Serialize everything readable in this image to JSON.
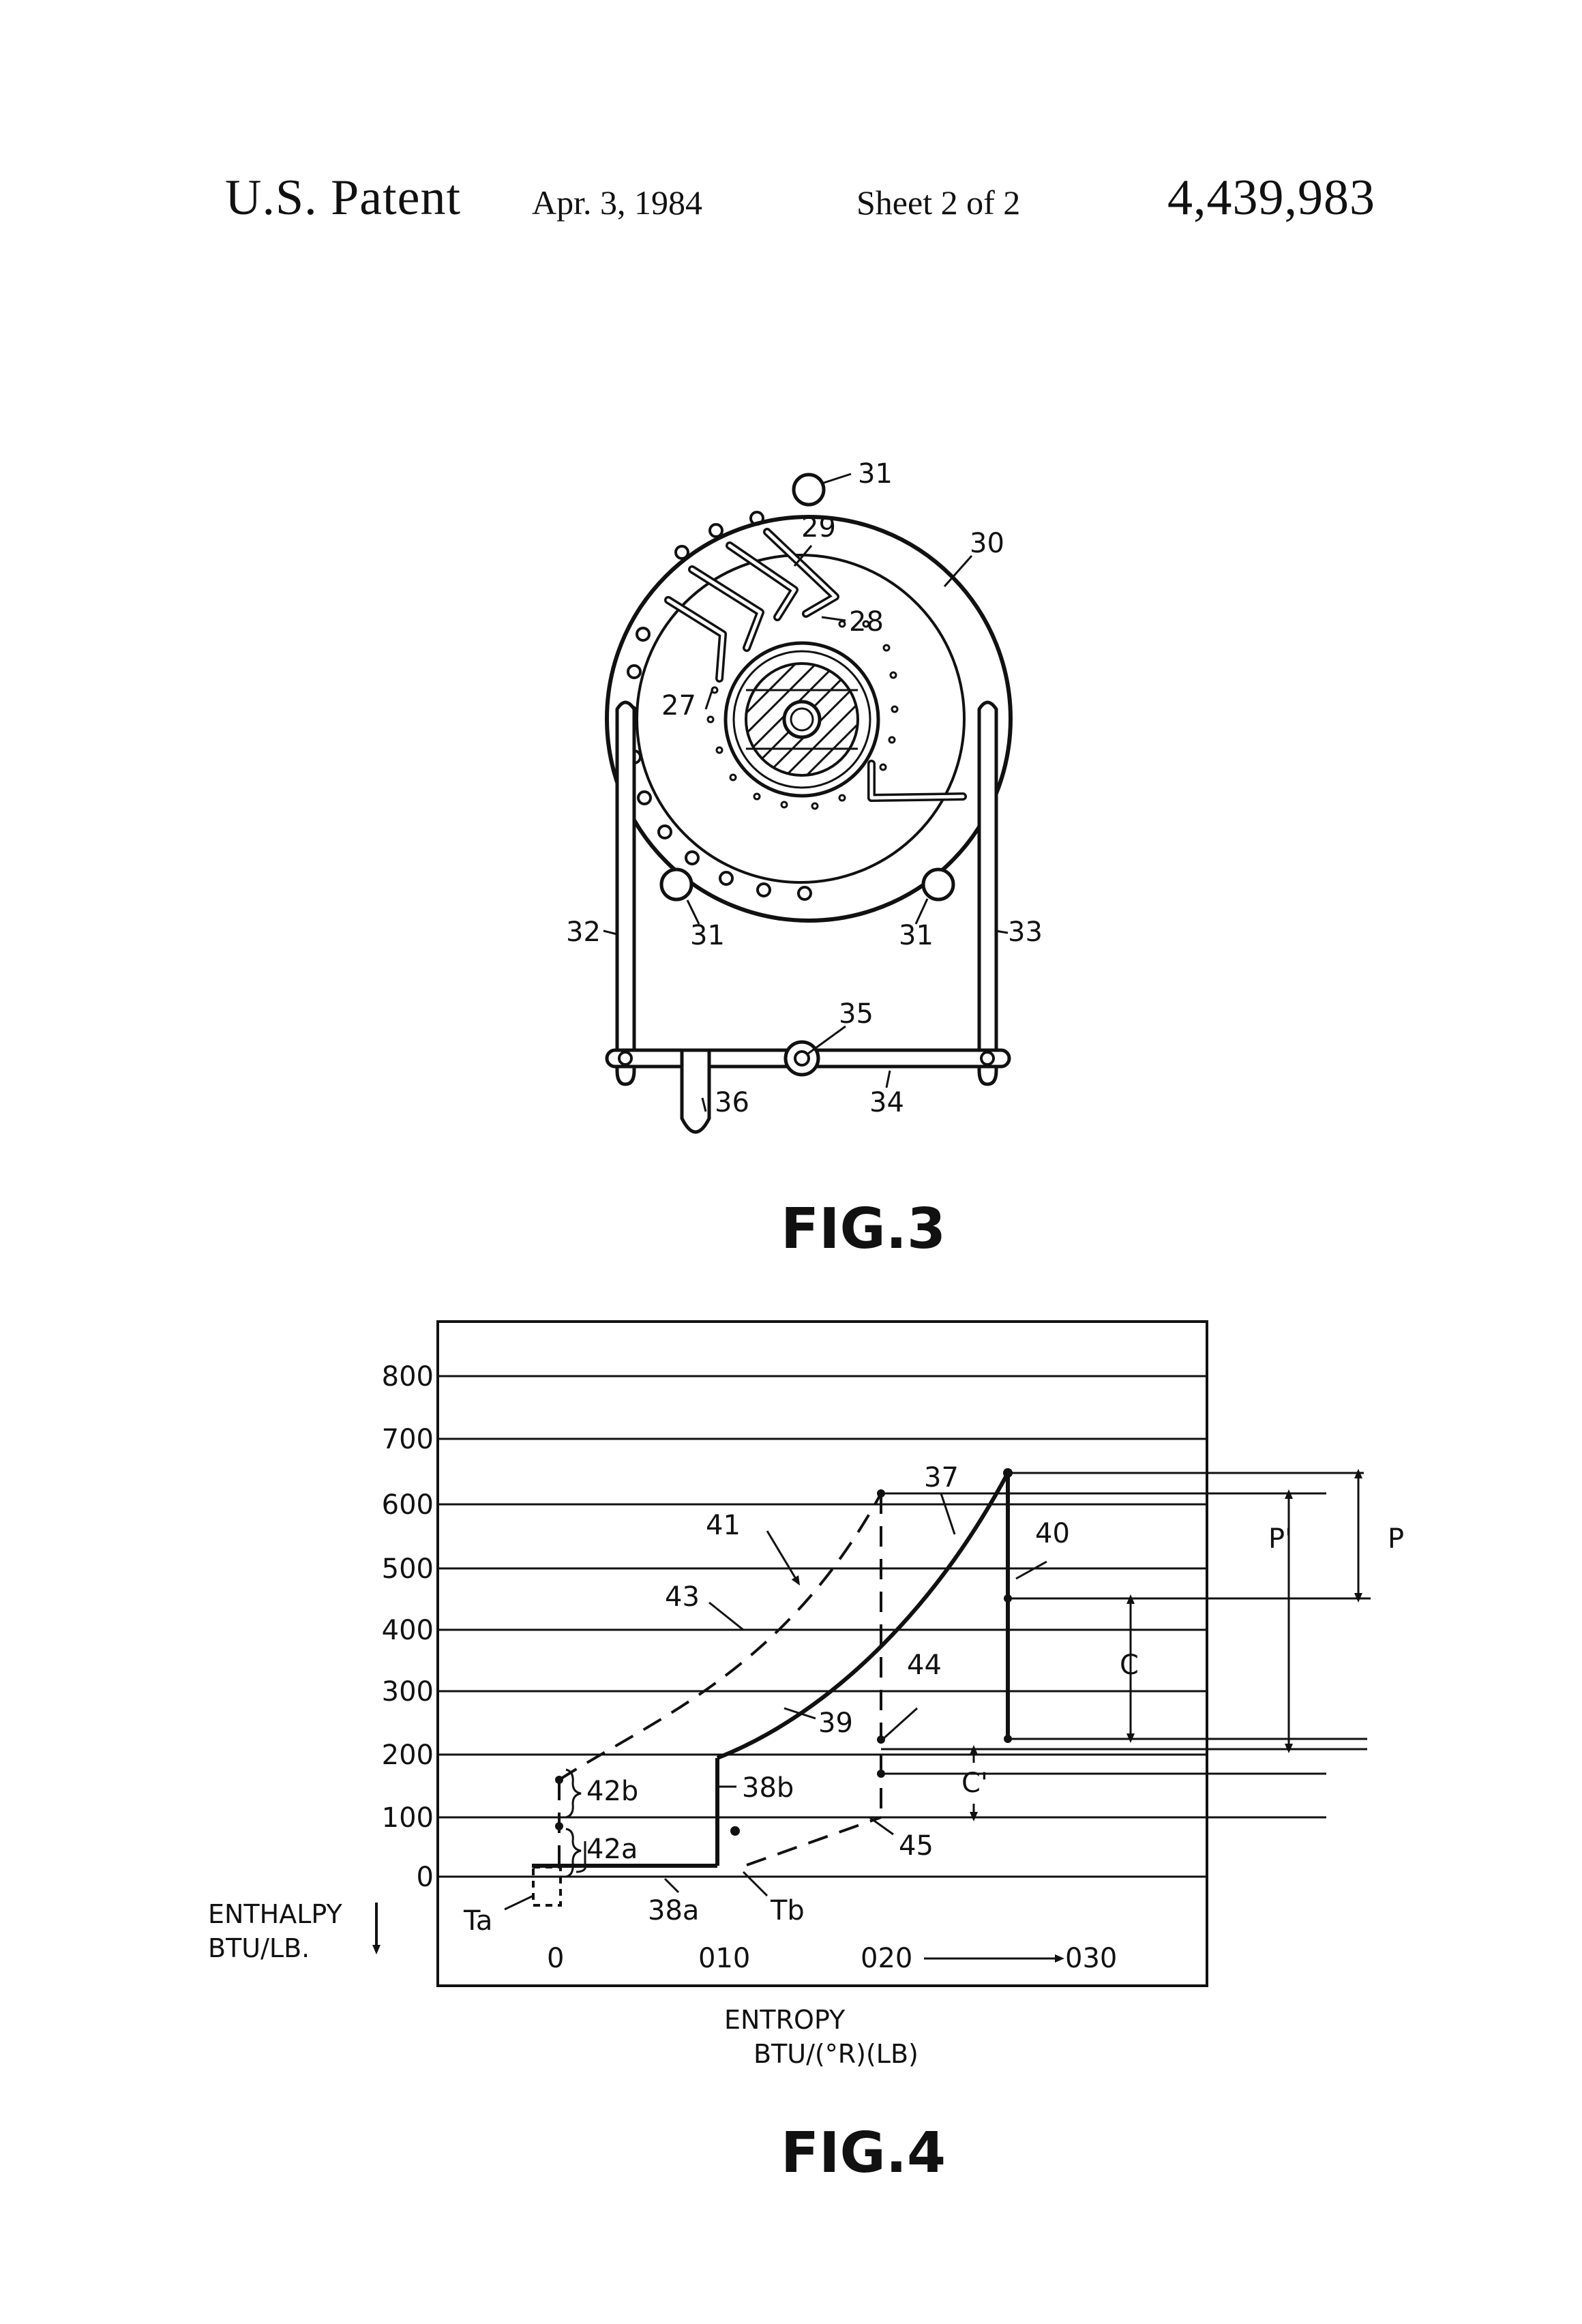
{
  "header": {
    "title": "U.S. Patent",
    "date": "Apr. 3, 1984",
    "sheet": "Sheet 2 of 2",
    "number": "4,439,983"
  },
  "fig3": {
    "caption": "FIG.3",
    "refs": {
      "r27": "27",
      "r28": "28",
      "r29": "29",
      "r30": "30",
      "r31_top": "31",
      "r31_left": "31",
      "r31_right": "31",
      "r32": "32",
      "r33": "33",
      "r34": "34",
      "r35": "35",
      "r36": "36"
    }
  },
  "fig4": {
    "caption": "FIG.4",
    "y_axis": {
      "label_line1": "ENTHALPY",
      "label_line2": "BTU/LB.",
      "ticks": [
        "800",
        "700",
        "600",
        "500",
        "400",
        "300",
        "200",
        "100",
        "0"
      ]
    },
    "x_axis": {
      "label_line1": "ENTROPY",
      "label_line2": "BTU/(°R)(LB)",
      "ticks": [
        "0",
        "010",
        "020",
        "030"
      ]
    },
    "refs": {
      "r37": "37",
      "r38a": "38a",
      "r38b": "38b",
      "r39": "39",
      "r40": "40",
      "r41": "41",
      "r42a": "42a",
      "r42b": "42b",
      "r43": "43",
      "r44": "44",
      "r45": "45",
      "Ta": "Ta",
      "Tb": "Tb",
      "P": "P",
      "Pprime": "P'",
      "C": "C",
      "Cprime": "C'"
    }
  },
  "colors": {
    "ink": "#111111",
    "paper": "#ffffff"
  }
}
